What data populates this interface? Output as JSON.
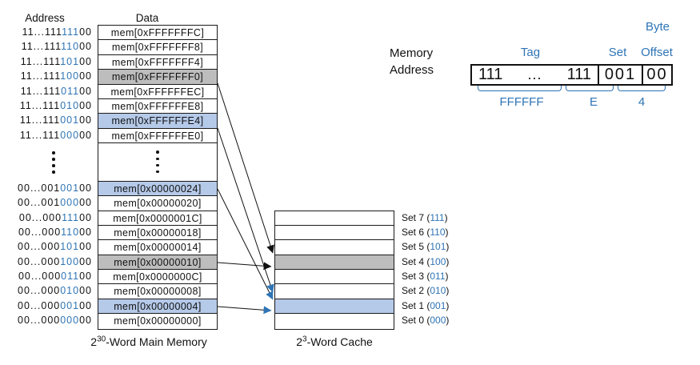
{
  "figure": {
    "colors": {
      "blue_text": "#2e74b5",
      "row_blue": "#b5c9e8",
      "row_gray": "#bdbdbd",
      "ink": "#111111"
    },
    "memory": {
      "address_header": "Address",
      "data_header": "Data",
      "caption": {
        "base": "2",
        "exp": "30",
        "rest": "-Word Main Memory"
      },
      "rows": [
        {
          "addr_pre": "11...111",
          "addr_set": "111",
          "addr_off": "00",
          "data": "mem[0xFFFFFFFC]",
          "fill": "none"
        },
        {
          "addr_pre": "11...111",
          "addr_set": "110",
          "addr_off": "00",
          "data": "mem[0xFFFFFFF8]",
          "fill": "none"
        },
        {
          "addr_pre": "11...111",
          "addr_set": "101",
          "addr_off": "00",
          "data": "mem[0xFFFFFFF4]",
          "fill": "none"
        },
        {
          "addr_pre": "11...111",
          "addr_set": "100",
          "addr_off": "00",
          "data": "mem[0xFFFFFFF0]",
          "fill": "gray"
        },
        {
          "addr_pre": "11...111",
          "addr_set": "011",
          "addr_off": "00",
          "data": "mem[0xFFFFFFEC]",
          "fill": "none"
        },
        {
          "addr_pre": "11...111",
          "addr_set": "010",
          "addr_off": "00",
          "data": "mem[0xFFFFFFE8]",
          "fill": "none"
        },
        {
          "addr_pre": "11...111",
          "addr_set": "001",
          "addr_off": "00",
          "data": "mem[0xFFFFFFE4]",
          "fill": "blue"
        },
        {
          "addr_pre": "11...111",
          "addr_set": "000",
          "addr_off": "00",
          "data": "mem[0xFFFFFFE0]",
          "fill": "none"
        },
        {
          "addr_pre": "00...001",
          "addr_set": "001",
          "addr_off": "00",
          "data": "mem[0x00000024]",
          "fill": "blue"
        },
        {
          "addr_pre": "00...001",
          "addr_set": "000",
          "addr_off": "00",
          "data": "mem[0x00000020]",
          "fill": "none"
        },
        {
          "addr_pre": "00...000",
          "addr_set": "111",
          "addr_off": "00",
          "data": "mem[0x0000001C]",
          "fill": "none"
        },
        {
          "addr_pre": "00...000",
          "addr_set": "110",
          "addr_off": "00",
          "data": "mem[0x00000018]",
          "fill": "none"
        },
        {
          "addr_pre": "00...000",
          "addr_set": "101",
          "addr_off": "00",
          "data": "mem[0x00000014]",
          "fill": "none"
        },
        {
          "addr_pre": "00...000",
          "addr_set": "100",
          "addr_off": "00",
          "data": "mem[0x00000010]",
          "fill": "gray"
        },
        {
          "addr_pre": "00...000",
          "addr_set": "011",
          "addr_off": "00",
          "data": "mem[0x0000000C]",
          "fill": "none"
        },
        {
          "addr_pre": "00...000",
          "addr_set": "010",
          "addr_off": "00",
          "data": "mem[0x00000008]",
          "fill": "none"
        },
        {
          "addr_pre": "00...000",
          "addr_set": "001",
          "addr_off": "00",
          "data": "mem[0x00000004]",
          "fill": "blue"
        },
        {
          "addr_pre": "00...000",
          "addr_set": "000",
          "addr_off": "00",
          "data": "mem[0x00000000]",
          "fill": "none"
        }
      ]
    },
    "cache": {
      "caption": {
        "base": "2",
        "exp": "3",
        "rest": "-Word Cache"
      },
      "sets": [
        {
          "prefix": "Set 7 (",
          "bits": "111",
          "suffix": ")",
          "fill": "none"
        },
        {
          "prefix": "Set 6 (",
          "bits": "110",
          "suffix": ")",
          "fill": "none"
        },
        {
          "prefix": "Set 5 (",
          "bits": "101",
          "suffix": ")",
          "fill": "none"
        },
        {
          "prefix": "Set 4 (",
          "bits": "100",
          "suffix": ")",
          "fill": "gray"
        },
        {
          "prefix": "Set 3 (",
          "bits": "011",
          "suffix": ")",
          "fill": "none"
        },
        {
          "prefix": "Set 2 (",
          "bits": "010",
          "suffix": ")",
          "fill": "none"
        },
        {
          "prefix": "Set 1 (",
          "bits": "001",
          "suffix": ")",
          "fill": "blue"
        },
        {
          "prefix": "Set 0 (",
          "bits": "000",
          "suffix": ")",
          "fill": "none"
        }
      ]
    },
    "address_fields": {
      "label_line1": "Memory",
      "label_line2": "Address",
      "tag_label": "Tag",
      "set_label": "Set",
      "byte_label": "Byte",
      "offset_label": "Offset",
      "tag_left": "111",
      "tag_dots": "...",
      "tag_right": "111",
      "set_value": "001",
      "offset_value": "00",
      "tag_hex": "FFFFFF",
      "mid_hex": "E",
      "offset_hex": "4"
    },
    "arrows": [
      {
        "from": "mem[0xFFFFFFF0]",
        "to": "Set 4 (100)",
        "color": "black"
      },
      {
        "from": "mem[0xFFFFFFE4]",
        "to": "Set 1 (001)",
        "color": "blue"
      },
      {
        "from": "mem[0x00000024]",
        "to": "Set 1 (001)",
        "color": "blue"
      },
      {
        "from": "mem[0x00000010]",
        "to": "Set 4 (100)",
        "color": "black"
      },
      {
        "from": "mem[0x00000004]",
        "to": "Set 1 (001)",
        "color": "blue"
      }
    ]
  }
}
